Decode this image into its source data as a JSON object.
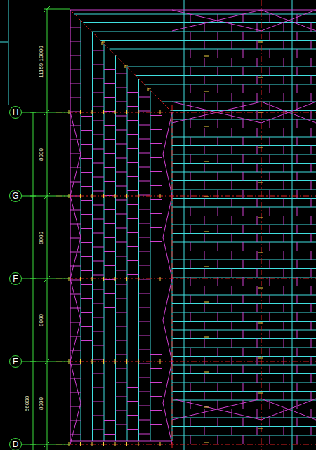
{
  "diagram": {
    "nodes": [
      {
        "text": [
          "H"
        ]
      },
      {
        "text": [
          "G"
        ]
      },
      {
        "text": [
          "F"
        ]
      },
      {
        "text": [
          "E"
        ]
      },
      {
        "text": [
          "D"
        ]
      }
    ],
    "labels": [
      "11159.10000",
      "8000",
      "8000",
      "8000",
      "8000",
      "56000"
    ]
  }
}
